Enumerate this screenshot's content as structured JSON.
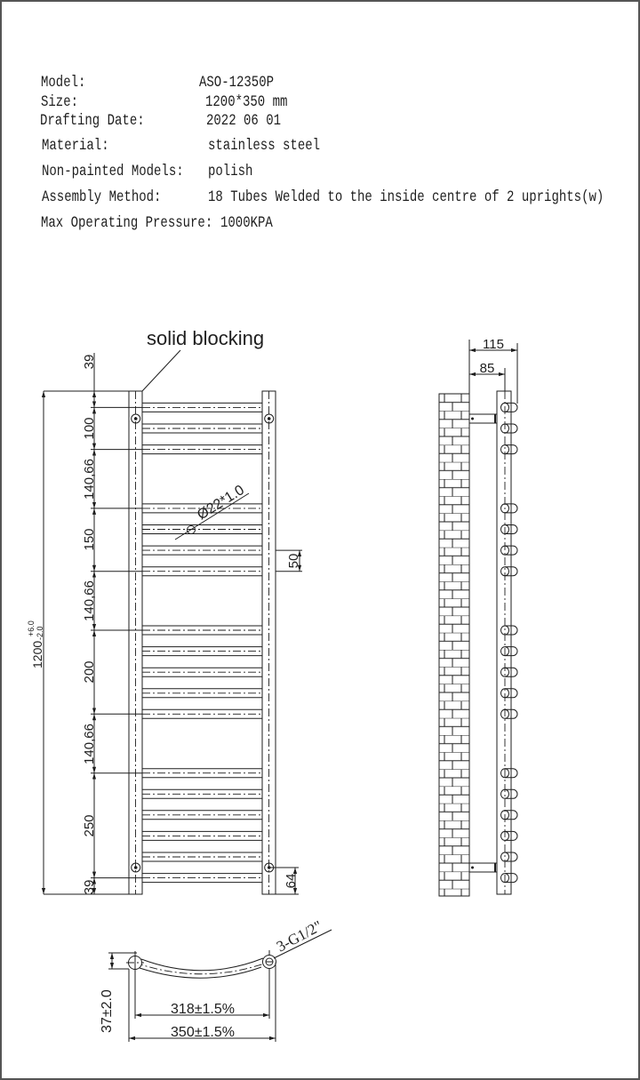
{
  "spec": {
    "rows": [
      {
        "label": "Model:",
        "value": "ASO-12350P"
      },
      {
        "label": "Size:",
        "value": "1200*350 mm"
      },
      {
        "label": "Drafting Date:",
        "value": "2022 06 01"
      },
      {
        "label": "Material:",
        "value": "stainless steel"
      },
      {
        "label": "Non-painted Models:",
        "value": "polish"
      },
      {
        "label": "Assembly Method:",
        "value": "18 Tubes Welded to the inside centre of 2 uprights(w)"
      },
      {
        "label": "Max Operating Pressure:",
        "value": "1000KPA"
      }
    ]
  },
  "front_view": {
    "callout": "solid blocking",
    "tube_spec": "Ø22*1.0",
    "overall_height": {
      "value": "1200",
      "tol_plus": "+6.0",
      "tol_minus": "-2.0"
    },
    "vertical_dims": [
      {
        "label": "39"
      },
      {
        "label": "100"
      },
      {
        "label": "140,66"
      },
      {
        "label": "150"
      },
      {
        "label": "140,66"
      },
      {
        "label": "200"
      },
      {
        "label": "140,66"
      },
      {
        "label": "250"
      },
      {
        "label": "39"
      }
    ],
    "tube_pitch": "50",
    "bracket_offset": "64",
    "tube_groups": [
      3,
      4,
      5,
      6
    ]
  },
  "side_view": {
    "projection_outer": "115",
    "projection_centre": "85"
  },
  "top_view": {
    "pipe_connection": "3-G1/2\"",
    "depth": "37±2.0",
    "centres": "318±1.5%",
    "overall_width": "350±1.5%"
  },
  "colors": {
    "line": "#1e1e1e",
    "background": "#ffffff",
    "border": "#555555"
  }
}
